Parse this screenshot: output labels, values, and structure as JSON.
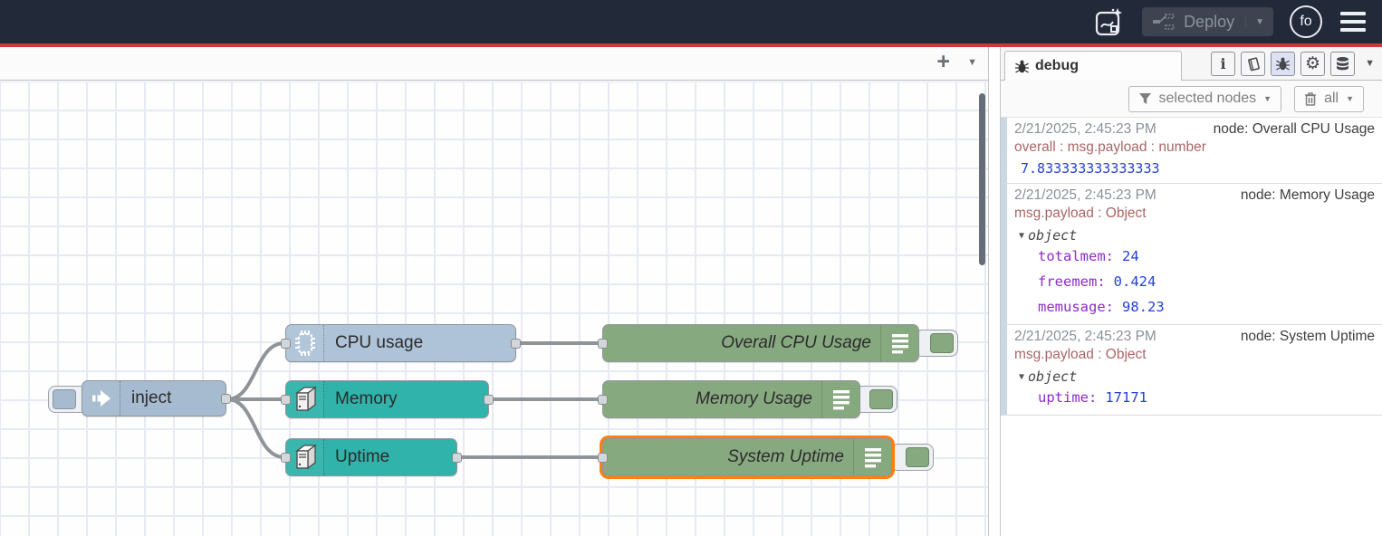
{
  "header": {
    "deploy_label": "Deploy",
    "avatar_text": "fo"
  },
  "icons": {
    "plus": "+",
    "caret_down": "▼",
    "info_glyph": "i",
    "gear_glyph": "⚙"
  },
  "flow": {
    "inject_label": "inject",
    "cpu_label": "CPU usage",
    "memory_label": "Memory",
    "uptime_label": "Uptime",
    "debug_cpu_label": "Overall CPU Usage",
    "debug_memory_label": "Memory Usage",
    "debug_uptime_label": "System Uptime"
  },
  "sidebar": {
    "tab_label": "debug",
    "filter_label": "selected nodes",
    "clear_label": "all",
    "messages": [
      {
        "timestamp": "2/21/2025, 2:45:23 PM",
        "source": "node: Overall CPU Usage",
        "meta": "overall : msg.payload : number",
        "value": "7.833333333333333"
      },
      {
        "timestamp": "2/21/2025, 2:45:23 PM",
        "source": "node: Memory Usage",
        "meta": "msg.payload : Object",
        "object_label": "object",
        "properties": [
          {
            "key": "totalmem:",
            "value": "24"
          },
          {
            "key": "freemem:",
            "value": "0.424"
          },
          {
            "key": "memusage:",
            "value": "98.23"
          }
        ]
      },
      {
        "timestamp": "2/21/2025, 2:45:23 PM",
        "source": "node: System Uptime",
        "meta": "msg.payload : Object",
        "object_label": "object",
        "properties": [
          {
            "key": "uptime:",
            "value": "17171"
          }
        ]
      }
    ]
  },
  "colors": {
    "header_bg": "#222938",
    "header_line_red": "#cf3737",
    "node_inject_blue": "#a6bbcf",
    "node_cpu_blue": "#aec3d7",
    "node_teal": "#2fb3aa",
    "node_debug_green": "#87a980",
    "selected_orange": "#ff7f0e",
    "debug_key_purple": "#8e2bc9",
    "debug_value_blue": "#2540d9",
    "debug_topic_red": "#aa6666"
  }
}
